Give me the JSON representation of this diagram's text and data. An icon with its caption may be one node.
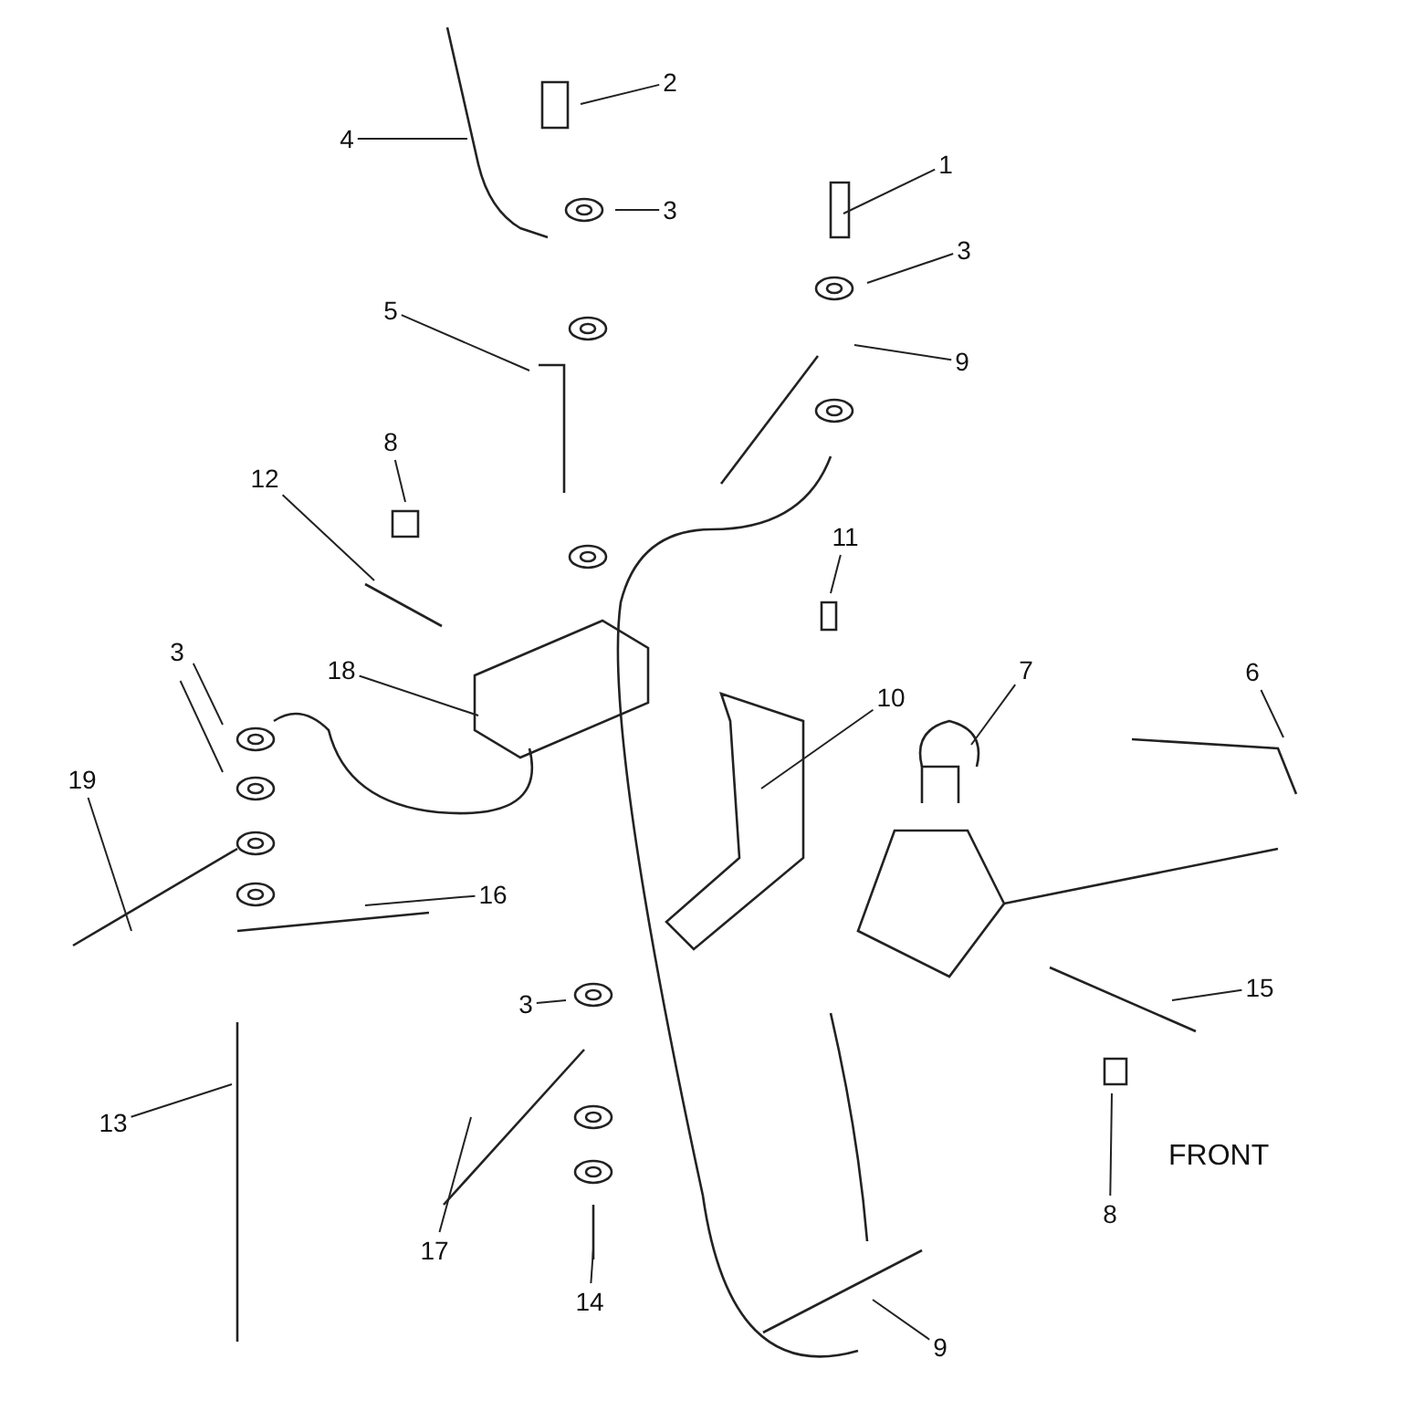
{
  "diagram": {
    "nodes": [
      {
        "text": [
          "2"
        ]
      },
      {
        "text": [
          "4"
        ]
      },
      {
        "text": [
          "1"
        ]
      },
      {
        "text": [
          "3"
        ]
      },
      {
        "text": [
          "3"
        ]
      },
      {
        "text": [
          "5"
        ]
      },
      {
        "text": [
          "9"
        ]
      },
      {
        "text": [
          "8"
        ]
      },
      {
        "text": [
          "12"
        ]
      },
      {
        "text": [
          "11"
        ]
      },
      {
        "text": [
          "3"
        ]
      },
      {
        "text": [
          "18"
        ]
      },
      {
        "text": [
          "7"
        ]
      },
      {
        "text": [
          "6"
        ]
      },
      {
        "text": [
          "10"
        ]
      },
      {
        "text": [
          "19"
        ]
      },
      {
        "text": [
          "16"
        ]
      },
      {
        "text": [
          "3"
        ]
      },
      {
        "text": [
          "15"
        ]
      },
      {
        "text": [
          "13"
        ]
      },
      {
        "text": [
          "17"
        ]
      },
      {
        "text": [
          "8"
        ]
      },
      {
        "text": [
          "14"
        ]
      },
      {
        "text": [
          "9"
        ]
      }
    ],
    "edges": [
      {
        "from": 0,
        "to": null,
        "arrow": "none"
      },
      {
        "from": 1,
        "to": null,
        "arrow": "none"
      },
      {
        "from": 2,
        "to": null,
        "arrow": "none"
      },
      {
        "from": 3,
        "to": null,
        "arrow": "none"
      },
      {
        "from": 4,
        "to": null,
        "arrow": "none"
      },
      {
        "from": 5,
        "to": null,
        "arrow": "none"
      },
      {
        "from": 6,
        "to": null,
        "arrow": "none"
      },
      {
        "from": 7,
        "to": null,
        "arrow": "none"
      },
      {
        "from": 8,
        "to": null,
        "arrow": "none"
      },
      {
        "from": 9,
        "to": null,
        "arrow": "none"
      },
      {
        "from": 10,
        "to": null,
        "arrow": "none"
      },
      {
        "from": 10,
        "to": null,
        "arrow": "none"
      },
      {
        "from": 11,
        "to": null,
        "arrow": "none"
      },
      {
        "from": 12,
        "to": null,
        "arrow": "none"
      },
      {
        "from": 13,
        "to": null,
        "arrow": "none"
      },
      {
        "from": 14,
        "to": null,
        "arrow": "none"
      },
      {
        "from": 15,
        "to": null,
        "arrow": "none"
      },
      {
        "from": 16,
        "to": null,
        "arrow": "none"
      },
      {
        "from": 17,
        "to": null,
        "arrow": "none"
      },
      {
        "from": 18,
        "to": null,
        "arrow": "none"
      },
      {
        "from": 19,
        "to": null,
        "arrow": "none"
      },
      {
        "from": 20,
        "to": null,
        "arrow": "none"
      },
      {
        "from": 21,
        "to": null,
        "arrow": "none"
      },
      {
        "from": 22,
        "to": null,
        "arrow": "none"
      },
      {
        "from": 23,
        "to": null,
        "arrow": "none"
      }
    ],
    "labels": [
      "FRONT"
    ]
  }
}
